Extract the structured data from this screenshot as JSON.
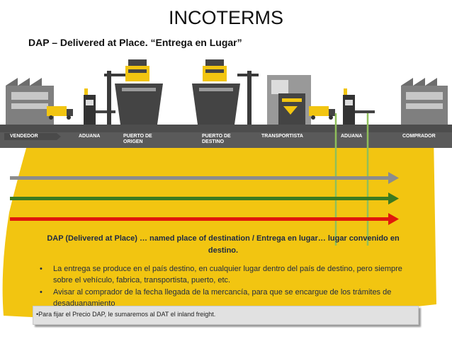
{
  "header": {
    "title": "INCOTERMS",
    "subtitle": "DAP – Delivered at Place. “Entrega en Lugar”"
  },
  "stages": [
    "VENDEDOR",
    "ADUANA",
    "PUERTO DE\nORIGEN",
    "PUERTO DE\nDESTINO",
    "TRANSPORTISTA",
    "ADUANA",
    "COMPRADOR"
  ],
  "definition": "DAP (Delivered at Place) … named place of destination / Entrega en lugar… lugar convenido en destino.",
  "bullets": [
    "La entrega se produce en el país destino, en cualquier lugar dentro del país de destino, pero siempre sobre el vehículo, fabrica, transportista, puerto, etc.",
    "Avisar al comprador de la fecha llegada de la mercancía, para que se encargue de los trámites de desaduanamiento"
  ],
  "note": "•Para fijar el Precio DAP, le sumaremos al DAT el inland freight.",
  "colors": {
    "yellow_panel": "#f2c511",
    "road_band": "#4d4d4d",
    "arrow_gray": "#8c8c8c",
    "arrow_green": "#3d7a1f",
    "arrow_red": "#e0180c",
    "marker_line": "#8fbf5a"
  },
  "icons": [
    "factory-icon",
    "truck-icon",
    "customs-booth-icon",
    "crane-icon",
    "ship-icon",
    "warehouse-icon"
  ]
}
